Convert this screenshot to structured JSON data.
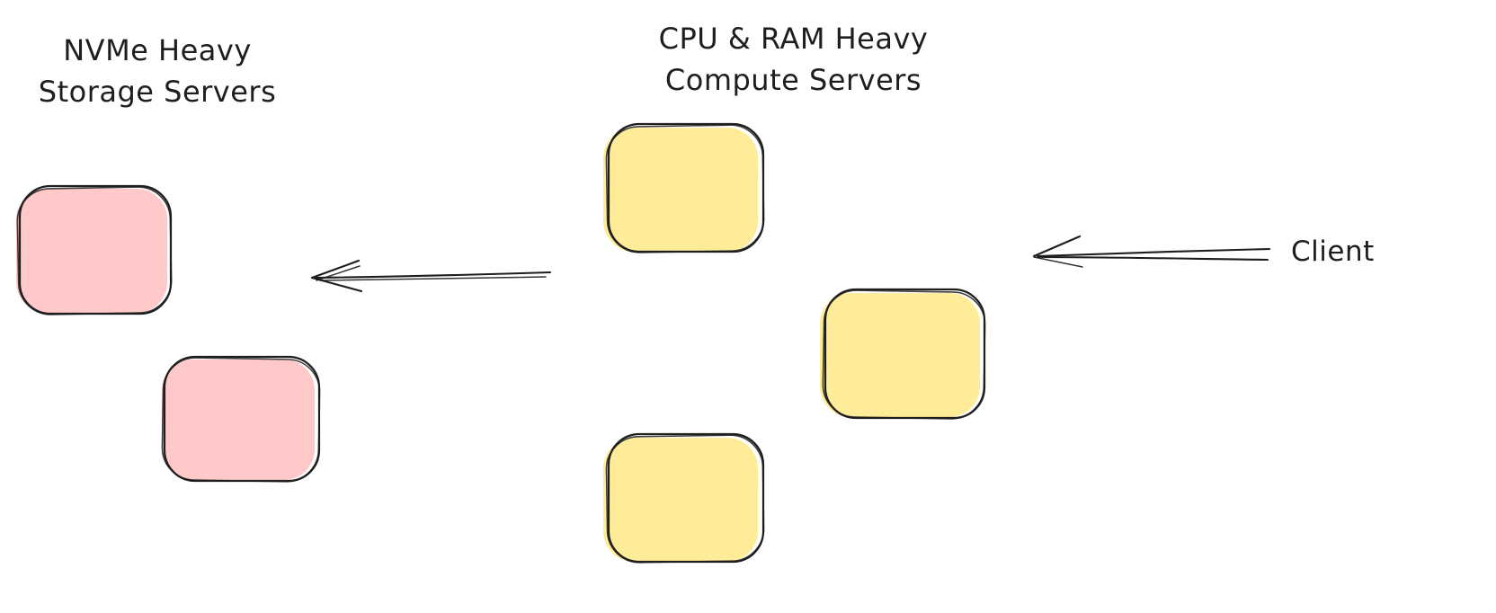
{
  "diagram": {
    "background": "#ffffff",
    "stroke_color": "#1e1e1e",
    "storage_group": {
      "title_line1": "NVMe Heavy",
      "title_line2": "Storage Servers",
      "fill": "#ffc9c9",
      "node_count": 2
    },
    "compute_group": {
      "title_line1": "CPU & RAM Heavy",
      "title_line2": "Compute Servers",
      "fill": "#ffec99",
      "node_count": 3
    },
    "client": {
      "label": "Client"
    },
    "arrows": [
      {
        "name": "client-to-compute",
        "direction": "left"
      },
      {
        "name": "compute-to-storage",
        "direction": "left"
      }
    ]
  }
}
